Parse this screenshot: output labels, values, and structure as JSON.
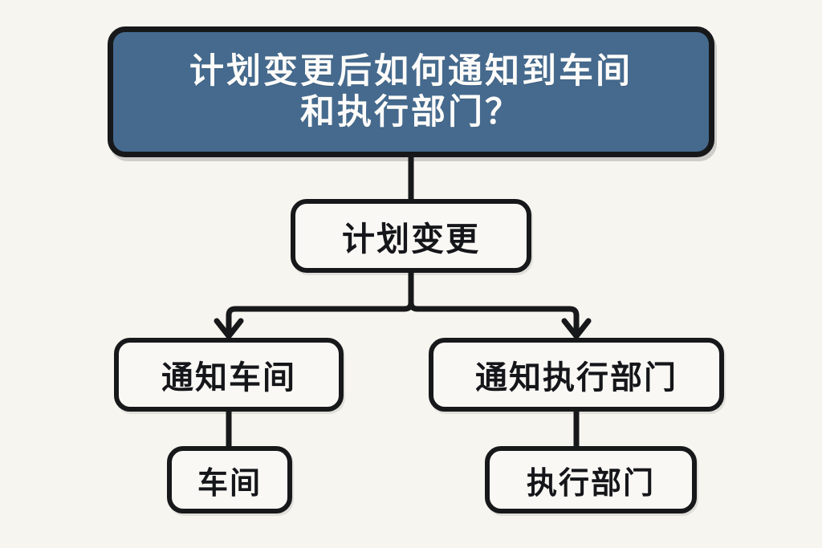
{
  "diagram": {
    "kind": "flowchart",
    "orientation": "top-down",
    "background_color": "#f7f5f0",
    "title": {
      "line1": "计划变更后如何通知到车间",
      "line2": "和执行部门？",
      "fill_color": "#456a8e",
      "text_color": "#fdfcfa",
      "border_color": "#17181a"
    },
    "nodes": [
      {
        "id": "plan-change",
        "label": "计划变更"
      },
      {
        "id": "notify-workshop",
        "label": "通知车间"
      },
      {
        "id": "notify-dept",
        "label": "通知执行部门"
      },
      {
        "id": "workshop",
        "label": "车间"
      },
      {
        "id": "dept",
        "label": "执行部门"
      }
    ],
    "node_style": {
      "fill_color": "#faf8f4",
      "border_color": "#17181a",
      "text_color": "#15161a"
    },
    "edges": [
      {
        "from": "title",
        "to": "plan-change",
        "arrow": false
      },
      {
        "from": "plan-change",
        "to": "notify-workshop",
        "arrow": true
      },
      {
        "from": "plan-change",
        "to": "notify-dept",
        "arrow": true
      },
      {
        "from": "notify-workshop",
        "to": "workshop",
        "arrow": false
      },
      {
        "from": "notify-dept",
        "to": "dept",
        "arrow": false
      }
    ]
  }
}
